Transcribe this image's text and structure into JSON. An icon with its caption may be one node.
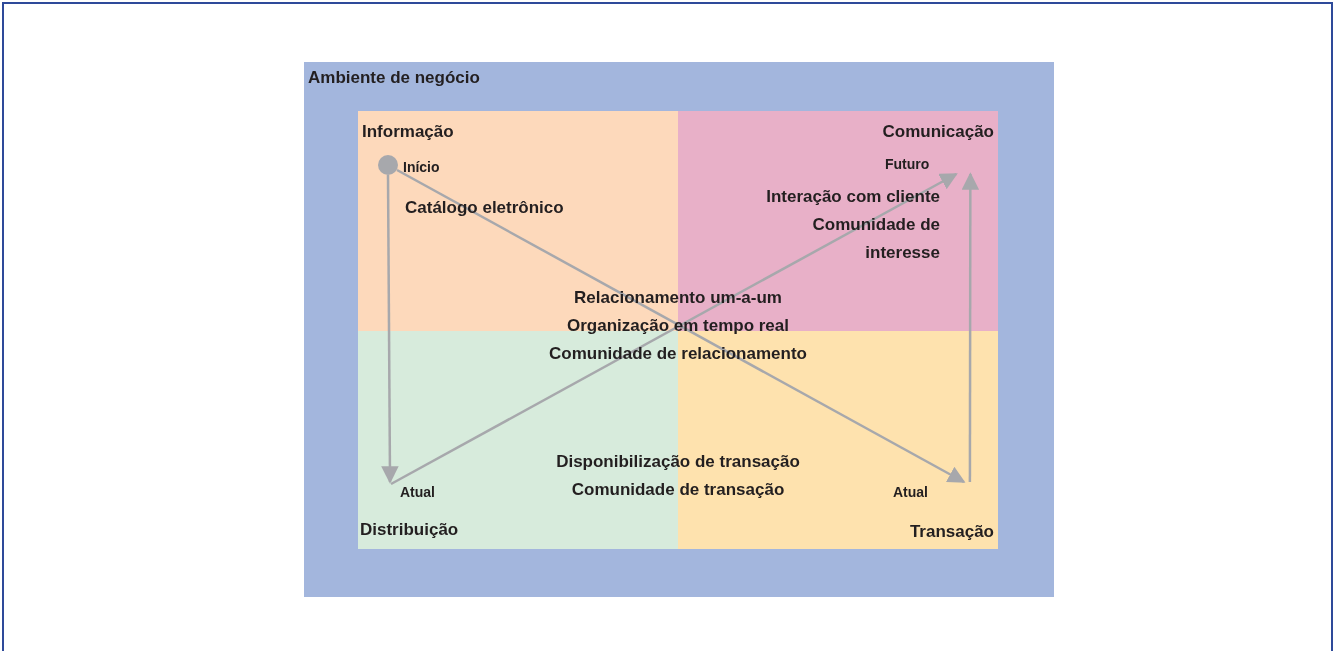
{
  "diagram": {
    "nodes": [
      {
        "text": [
          "Ambiente de negócio"
        ]
      },
      {
        "text": [
          "Informação",
          "Catálogo eletrônico"
        ],
        "in": 0
      },
      {
        "text": [
          "Comunicação",
          "Interação com cliente",
          "Comunidade de interesse"
        ],
        "in": 0
      },
      {
        "text": [
          "Distribuição"
        ],
        "in": 0
      },
      {
        "text": [
          "Transação"
        ],
        "in": 0
      },
      {
        "text": [],
        "shape": "circle",
        "beside": [
          "Início"
        ],
        "in": 1
      },
      {
        "text": [
          "Atual"
        ],
        "in": 3
      },
      {
        "text": [
          "Atual"
        ],
        "in": 4
      },
      {
        "text": [
          "Futuro"
        ],
        "in": 2
      }
    ],
    "edges": [
      {
        "from": 5,
        "to": 6,
        "arrow": "to"
      },
      {
        "from": 5,
        "to": 7,
        "arrow": "to"
      },
      {
        "from": 6,
        "to": 8,
        "arrow": "to"
      },
      {
        "from": 7,
        "to": 8,
        "arrow": "to"
      }
    ],
    "labels": [
      "Relacionamento um-a-um",
      "Organização em tempo real",
      "Comunidade de relacionamento",
      "Disponibilização de transação",
      "Comunidade de transação"
    ]
  }
}
